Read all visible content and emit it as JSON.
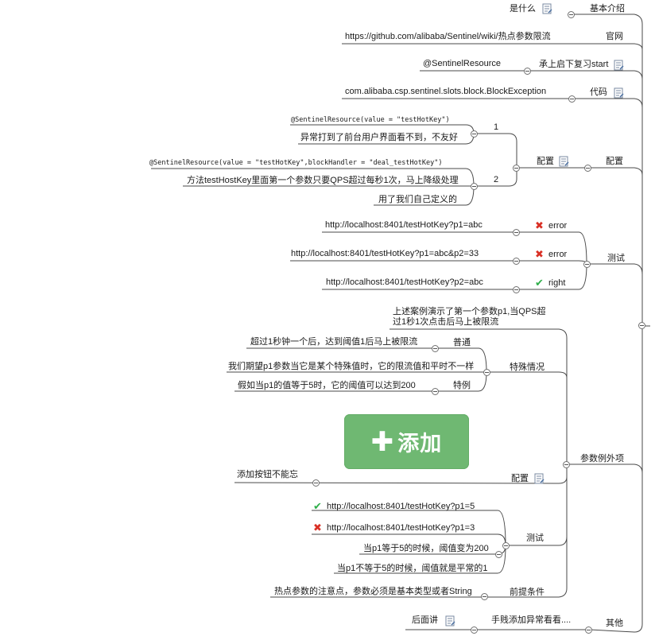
{
  "nodes": {
    "basic": "基本介绍",
    "what": "是什么",
    "website": "官网",
    "url": "https://github.com/alibaba/Sentinel/wiki/热点参数限流",
    "review": "承上启下复习start",
    "sentinel_resource": "@SentinelResource",
    "code": "代码",
    "exception_class": "com.alibaba.csp.sentinel.slots.block.BlockException",
    "config_main": "配置",
    "config_sub": "配置",
    "one": "1",
    "code_1": "@SentinelResource(value = \"testHotKey\")",
    "desc_1": "异常打到了前台用户界面看不到，不友好",
    "two": "2",
    "code_2": "@SentinelResource(value = \"testHotKey\",blockHandler = \"deal_testHotKey\")",
    "desc_2": "方法testHostKey里面第一个参数只要QPS超过每秒1次，马上降级处理",
    "desc_3": "用了我们自己定义的",
    "test": "测试",
    "t1_url": "http://localhost:8401/testHotKey?p1=abc",
    "t1_res": "error",
    "t2_url": "http://localhost:8401/testHotKey?p1=abc&p2=33",
    "t2_res": "error",
    "t3_url": "http://localhost:8401/testHotKey?p2=abc",
    "t3_res": "right",
    "param_exc": "参数例外项",
    "note": "上述案例演示了第一个参数p1,当QPS超过1秒1次点击后马上被限流",
    "special": "特殊情况",
    "normal": "普通",
    "normal_desc": "超过1秒钟一个后，达到阈值1后马上被限流",
    "expect": "我们期望p1参数当它是某个特殊值时，它的限流值和平时不一样",
    "exception": "特例",
    "exception_desc": "假如当p1的值等于5时，它的阈值可以达到200",
    "add_btn": "添加",
    "config_add": "配置",
    "config_add_desc": "添加按钮不能忘",
    "test2": "测试",
    "t4_url": "http://localhost:8401/testHotKey?p1=5",
    "t5_url": "http://localhost:8401/testHotKey?p1=3",
    "t6_desc": "当p1等于5的时候，阈值变为200",
    "t7_desc": "当p1不等于5的时候，阈值就是平常的1",
    "precondition": "前提条件",
    "precondition_desc": "热点参数的注意点，参数必须是基本类型或者String",
    "other": "其他",
    "manual_add": "手贱添加异常看看....",
    "later": "后面讲"
  },
  "colors": {
    "line": "#4a4a4a",
    "button": "#6fb872",
    "error": "#d93025",
    "ok": "#2fae4a"
  }
}
